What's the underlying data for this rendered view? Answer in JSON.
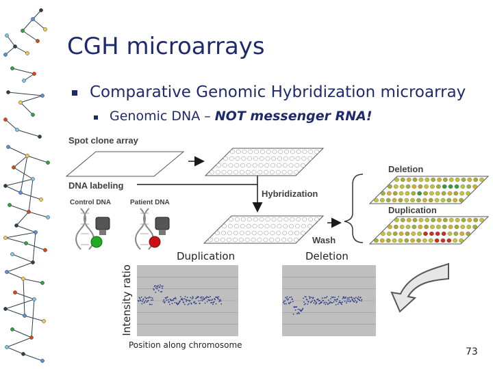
{
  "slide": {
    "title": "CGH microarrays",
    "bullet1": "Comparative Genomic Hybridization microarray",
    "bullet2_prefix": "Genomic DNA – ",
    "bullet2_emphasis": "NOT messenger RNA!",
    "page_number": "73"
  },
  "figure": {
    "spot_clone_array": "Spot clone array",
    "dna_labeling": "DNA labeling",
    "control_dna": "Control DNA",
    "patient_dna": "Patient DNA",
    "hybridization": "Hybridization",
    "wash": "Wash",
    "deletion_top": "Deletion",
    "duplication_top": "Duplication",
    "plot_duplication": "Duplication",
    "plot_deletion": "Deletion",
    "y_axis": "Intensity ratio",
    "x_axis": "Position along chromosome"
  },
  "colors": {
    "title": "#1f2a6e",
    "control_dye": "#22aa22",
    "patient_dye": "#cc1111",
    "array_text": "#404040",
    "plot_bg": "#bfbfbf",
    "plot_points": "#2a3a8a"
  }
}
